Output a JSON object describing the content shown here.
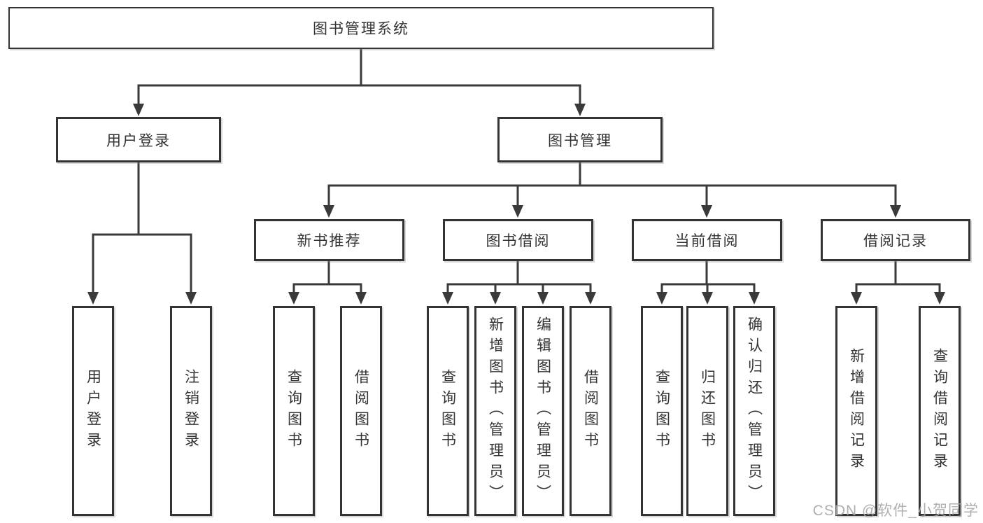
{
  "root": {
    "label": "图书管理系统",
    "children": [
      {
        "label": "用户登录",
        "children": [
          {
            "label": "用户登录"
          },
          {
            "label": "注销登录"
          }
        ]
      },
      {
        "label": "图书管理",
        "children": [
          {
            "label": "新书推荐",
            "children": [
              {
                "label": "查询图书"
              },
              {
                "label": "借阅图书"
              }
            ]
          },
          {
            "label": "图书借阅",
            "children": [
              {
                "label": "查询图书"
              },
              {
                "label": "新增图书（管理员）"
              },
              {
                "label": "编辑图书（管理员）"
              },
              {
                "label": "借阅图书"
              }
            ]
          },
          {
            "label": "当前借阅",
            "children": [
              {
                "label": "查询图书"
              },
              {
                "label": "归还图书"
              },
              {
                "label": "确认归还（管理员）"
              }
            ]
          },
          {
            "label": "借阅记录",
            "children": [
              {
                "label": "新增借阅记录"
              },
              {
                "label": "查询借阅记录"
              }
            ]
          }
        ]
      }
    ]
  },
  "watermark": {
    "text": "CSDN @软件_小贺同学"
  },
  "colors": {
    "line": "#3a3a3a",
    "box_border": "#333333",
    "text": "#333333",
    "watermark": "#a8a8a8",
    "background": "#ffffff"
  }
}
